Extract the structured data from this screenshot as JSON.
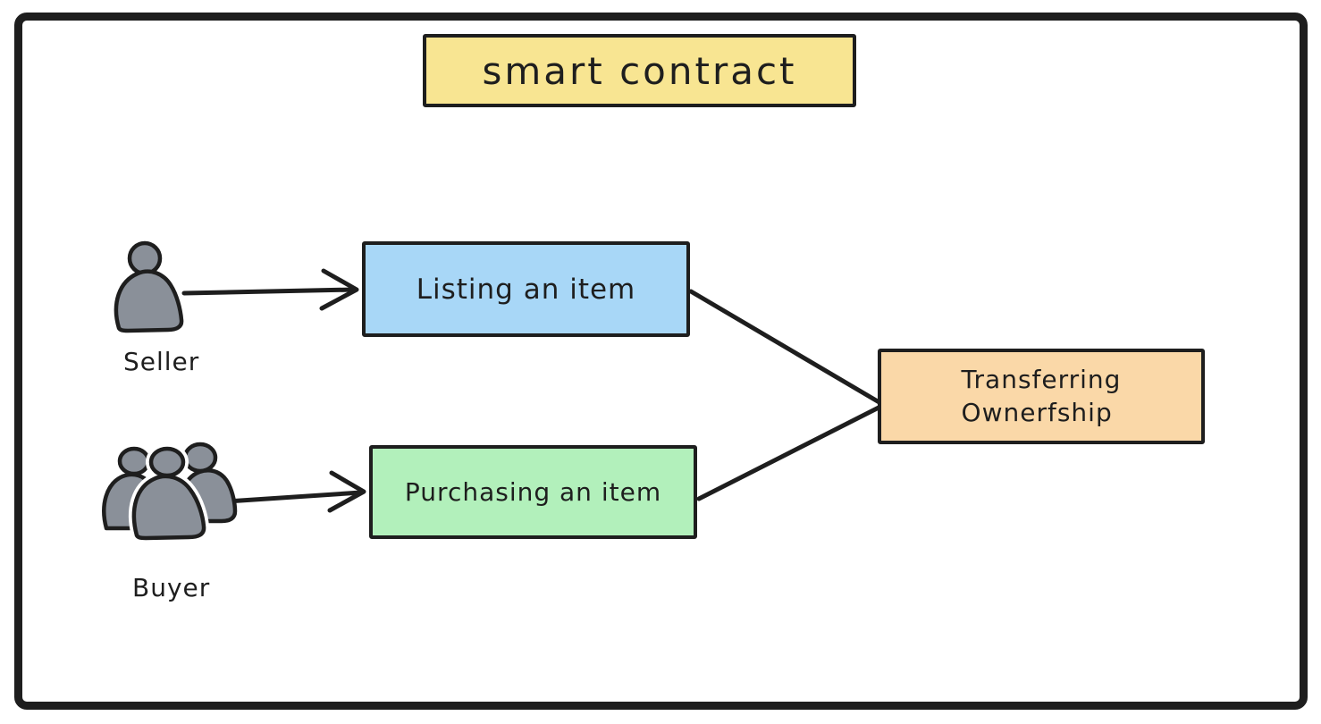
{
  "diagram": {
    "title": {
      "label": "smart contract",
      "bg_color": "#F8E592"
    },
    "nodes": [
      {
        "id": "listing",
        "label": "Listing an item",
        "bg_color": "#A8D7F7"
      },
      {
        "id": "purchasing",
        "label": "Purchasing an item",
        "bg_color": "#B2F0BB"
      },
      {
        "id": "transferring",
        "label_line1": "Transferring",
        "label_line2": "Ownerfship",
        "bg_color": "#FAD8A8"
      }
    ],
    "actors": [
      {
        "id": "seller",
        "label": "Seller",
        "icon": "person-icon",
        "fill_color": "#8A9099"
      },
      {
        "id": "buyer",
        "label": "Buyer",
        "icon": "people-group-icon",
        "fill_color": "#8A9099"
      }
    ],
    "edges": [
      {
        "from": "seller",
        "to": "listing",
        "type": "arrow"
      },
      {
        "from": "buyer",
        "to": "purchasing",
        "type": "arrow"
      },
      {
        "from": "listing",
        "to": "transferring",
        "type": "line"
      },
      {
        "from": "purchasing",
        "to": "transferring",
        "type": "line"
      }
    ],
    "colors": {
      "stroke": "#1e1e1e",
      "frame_border": "#1e1e1e",
      "background": "#ffffff"
    }
  }
}
